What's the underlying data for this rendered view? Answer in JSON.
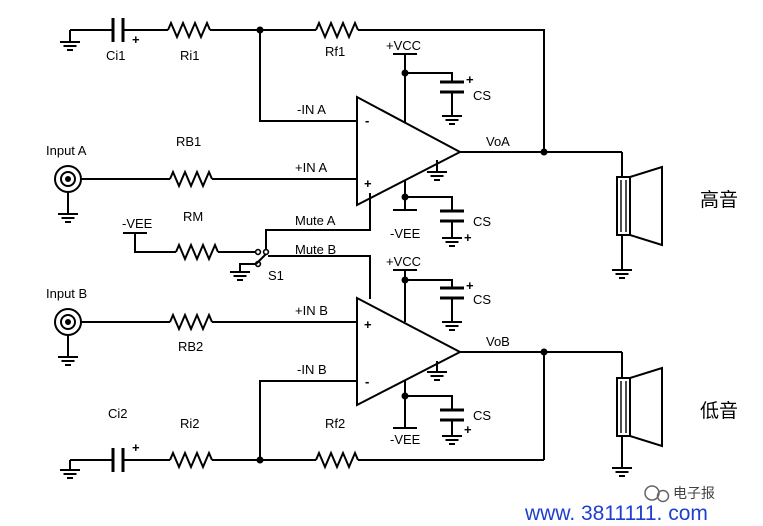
{
  "labels": {
    "ci1": "Ci1",
    "ri1": "Ri1",
    "rf1": "Rf1",
    "vcc_top": "+VCC",
    "cs": "CS",
    "in_a_neg": "-IN A",
    "in_a_pos": "+IN A",
    "voa": "VoA",
    "input_a": "Input A",
    "rb1": "RB1",
    "vee_top": "-VEE",
    "mute_a": "Mute A",
    "rm": "RM",
    "vee_left": "-VEE",
    "mute_b": "Mute B",
    "s1": "S1",
    "vcc_bot": "+VCC",
    "input_b": "Input B",
    "in_b_pos": "+IN B",
    "rb2": "RB2",
    "in_b_neg": "-IN B",
    "vob": "VoB",
    "ci2": "Ci2",
    "ri2": "Ri2",
    "rf2": "Rf2",
    "vee_bot": "-VEE",
    "tweeter": "高音",
    "woofer": "低音",
    "plus": "+",
    "minus": "-",
    "watermark_url": "www. 3811111. com",
    "watermark_brand": "电子报"
  },
  "colors": {
    "wire": "#000000",
    "url": "#1e3fd0"
  }
}
